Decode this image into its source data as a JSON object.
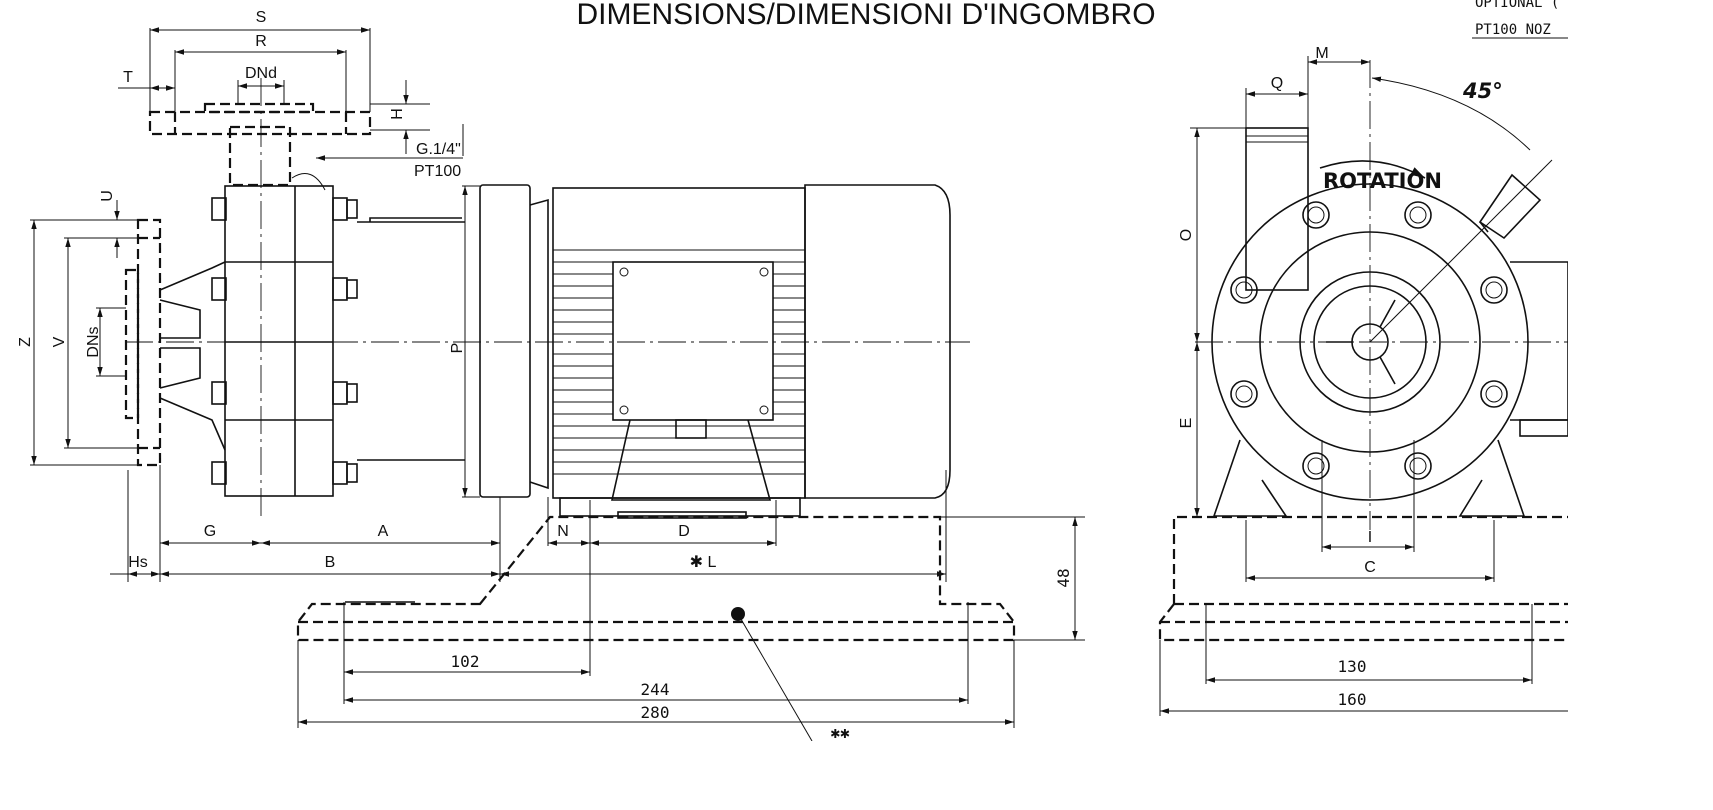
{
  "title": "DIMENSIONS/DIMENSIONI D'INGOMBRO",
  "notes": {
    "optional_line": "OPTIONAL (",
    "pt100_line": "PT100 NOZ"
  },
  "fitting": {
    "thread": "G.1/4\"",
    "sensor": "PT100"
  },
  "labels": {
    "S": "S",
    "R": "R",
    "T": "T",
    "DNd": "DNd",
    "H": "H",
    "U": "U",
    "Z": "Z",
    "V": "V",
    "DNs": "DNs",
    "P": "P",
    "G": "G",
    "A": "A",
    "N": "N",
    "D": "D",
    "Hs": "Hs",
    "B": "B",
    "L": "✱ L",
    "M": "M",
    "Q": "Q",
    "O": "O",
    "E": "E",
    "I": "I",
    "C": "C",
    "rotation": "ROTATION",
    "angle": "45°",
    "base_note": "✱✱"
  },
  "base_dims": {
    "height": "48",
    "d102": "102",
    "d244": "244",
    "d280": "280",
    "d130": "130",
    "d160": "160"
  }
}
